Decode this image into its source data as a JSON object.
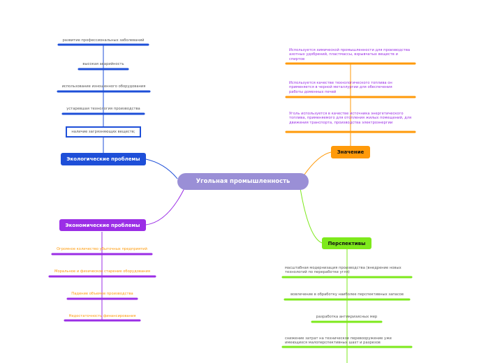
{
  "central": {
    "label": "Угольная промышленность",
    "color": "#9a8fd6"
  },
  "branches": {
    "ecology": {
      "label": "Экологические проблемы",
      "color": "#1e4fd8",
      "items": [
        "развитие профессиональных заболеваний",
        "высокая аварийность",
        "использование изношенного оборудования",
        "устаревшая технология производства",
        "наличие загрязняющих веществ;"
      ]
    },
    "economy": {
      "label": "Экономические проблемы",
      "color": "#9b2ee6",
      "items": [
        "Огромное количество убыточных предприятий",
        "Моральное и физическое старение оборудования",
        "Падение объемов производства",
        "Недостаточность финансирования"
      ]
    },
    "meaning": {
      "label": "Значение",
      "color": "#ff9a0a",
      "items": [
        "Используется химической промышленности для производства азотных удобрений, пластмассы, взрывчатых веществ и спиртов",
        "Используется качестве технологического топлива он применяется в черной металлургии для обеспечения работы доменных печей",
        "Уголь используется в качестве источника энергетического топлива, применяемого для отопления жилых помещений, для движения транспорта, производства электроэнергии"
      ]
    },
    "prospects": {
      "label": "Перспективы",
      "color": "#7ee91c",
      "items": [
        "масштабная модернизация производства (внедрение новых технологий по переработке угля)",
        "вовлечение в обработку наиболее перспективных запасов",
        "разработка антикризисных мер",
        "снижение затрат на техническое перевооружение уже имеющихся малоперспективных шахт и разрезов"
      ]
    }
  }
}
